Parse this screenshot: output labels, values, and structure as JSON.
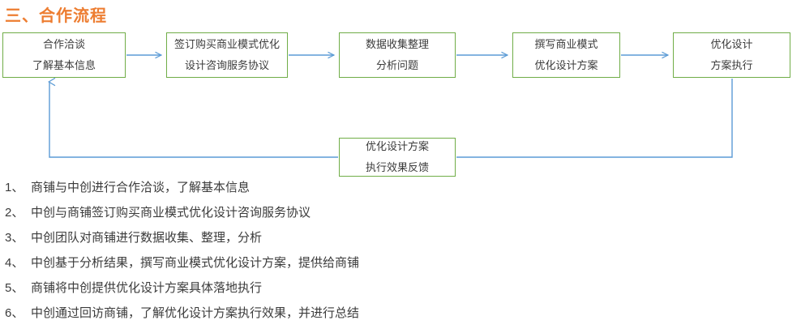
{
  "section": {
    "title": "三、合作流程",
    "title_color": "#ED7D31"
  },
  "theme": {
    "box_border_color": "#70AD47",
    "connector_color": "#5B9BD5",
    "text_color": "#3B3B3B"
  },
  "diagram": {
    "type": "flowchart",
    "boxes": [
      {
        "id": "box-1",
        "line1": "合作洽谈",
        "line2": "了解基本信息"
      },
      {
        "id": "box-2",
        "line1": "签订购买商业模式优化",
        "line2": "设计咨询服务协议"
      },
      {
        "id": "box-3",
        "line1": "数据收集整理",
        "line2": "分析问题"
      },
      {
        "id": "box-4",
        "line1": "撰写商业模式",
        "line2": "优化设计方案"
      },
      {
        "id": "box-5",
        "line1": "优化设计",
        "line2": "方案执行"
      }
    ],
    "feedback_box": {
      "id": "box-feedback",
      "line1": "优化设计方案",
      "line2": "执行效果反馈"
    }
  },
  "list": {
    "items": [
      {
        "num": "1、",
        "text": "商铺与中创进行合作洽谈，了解基本信息"
      },
      {
        "num": "2、",
        "text": "中创与商铺签订购买商业模式优化设计咨询服务协议"
      },
      {
        "num": "3、",
        "text": "中创团队对商铺进行数据收集、整理，分析"
      },
      {
        "num": "4、",
        "text": "中创基于分析结果，撰写商业模式优化设计方案，提供给商铺"
      },
      {
        "num": "5、",
        "text": "商铺将中创提供优化设计方案具体落地执行"
      },
      {
        "num": "6、",
        "text": "中创通过回访商铺，了解优化设计方案执行效果，并进行总结"
      }
    ]
  }
}
